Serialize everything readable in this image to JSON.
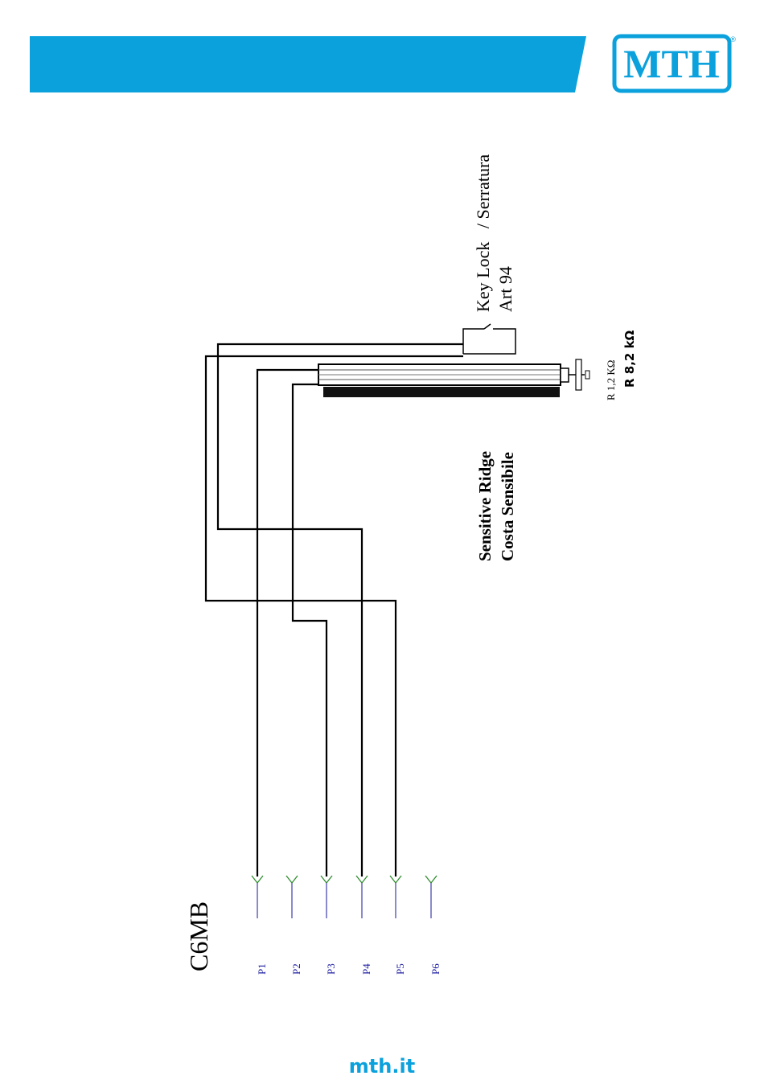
{
  "brand": {
    "logo_text": "MTH",
    "registered_mark": "®",
    "colors": {
      "banner": "#0aa1dc",
      "logo": "#0aa1dc",
      "url": "#0aa1dc"
    }
  },
  "diagram": {
    "key_lock": {
      "line1": "Key Lock   / Serratura",
      "line2": "Art 94"
    },
    "sensitive_ridge": {
      "line1": "Sensitive Ridge",
      "line2": "Costa Sensibile"
    },
    "resistor_small": "R 1,2 KΩ",
    "resistor_large": "R 8,2 kΩ",
    "connector_name": "C6MB",
    "pins": [
      "P1",
      "P2",
      "P3",
      "P4",
      "P5",
      "P6"
    ],
    "colors": {
      "wire": "#000000",
      "pin_label": "#1a1aa0",
      "pin_symbol": "#2e8b2e",
      "pin_stem": "#4b4bb0"
    }
  },
  "footer": {
    "url": "mth.it"
  }
}
